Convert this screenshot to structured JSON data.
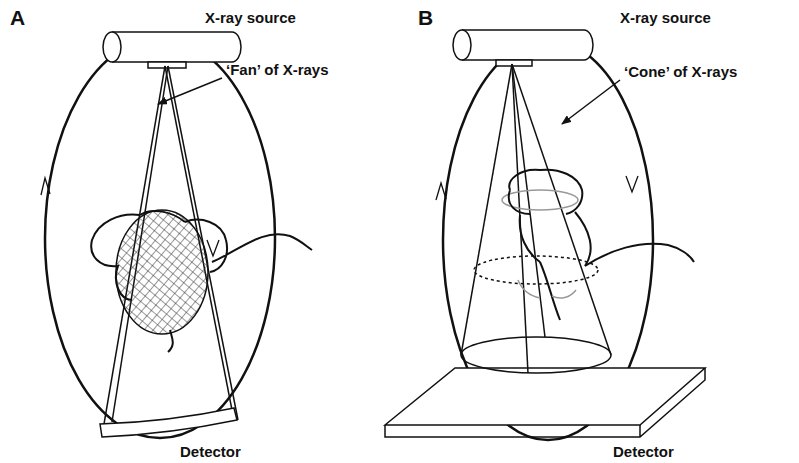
{
  "diagram": {
    "labels": [
      "A",
      "X-ray source",
      "‘Fan’ of X-rays",
      "Detector",
      "B",
      "X-ray source",
      "‘Cone’ of X-rays",
      "Detector"
    ]
  }
}
